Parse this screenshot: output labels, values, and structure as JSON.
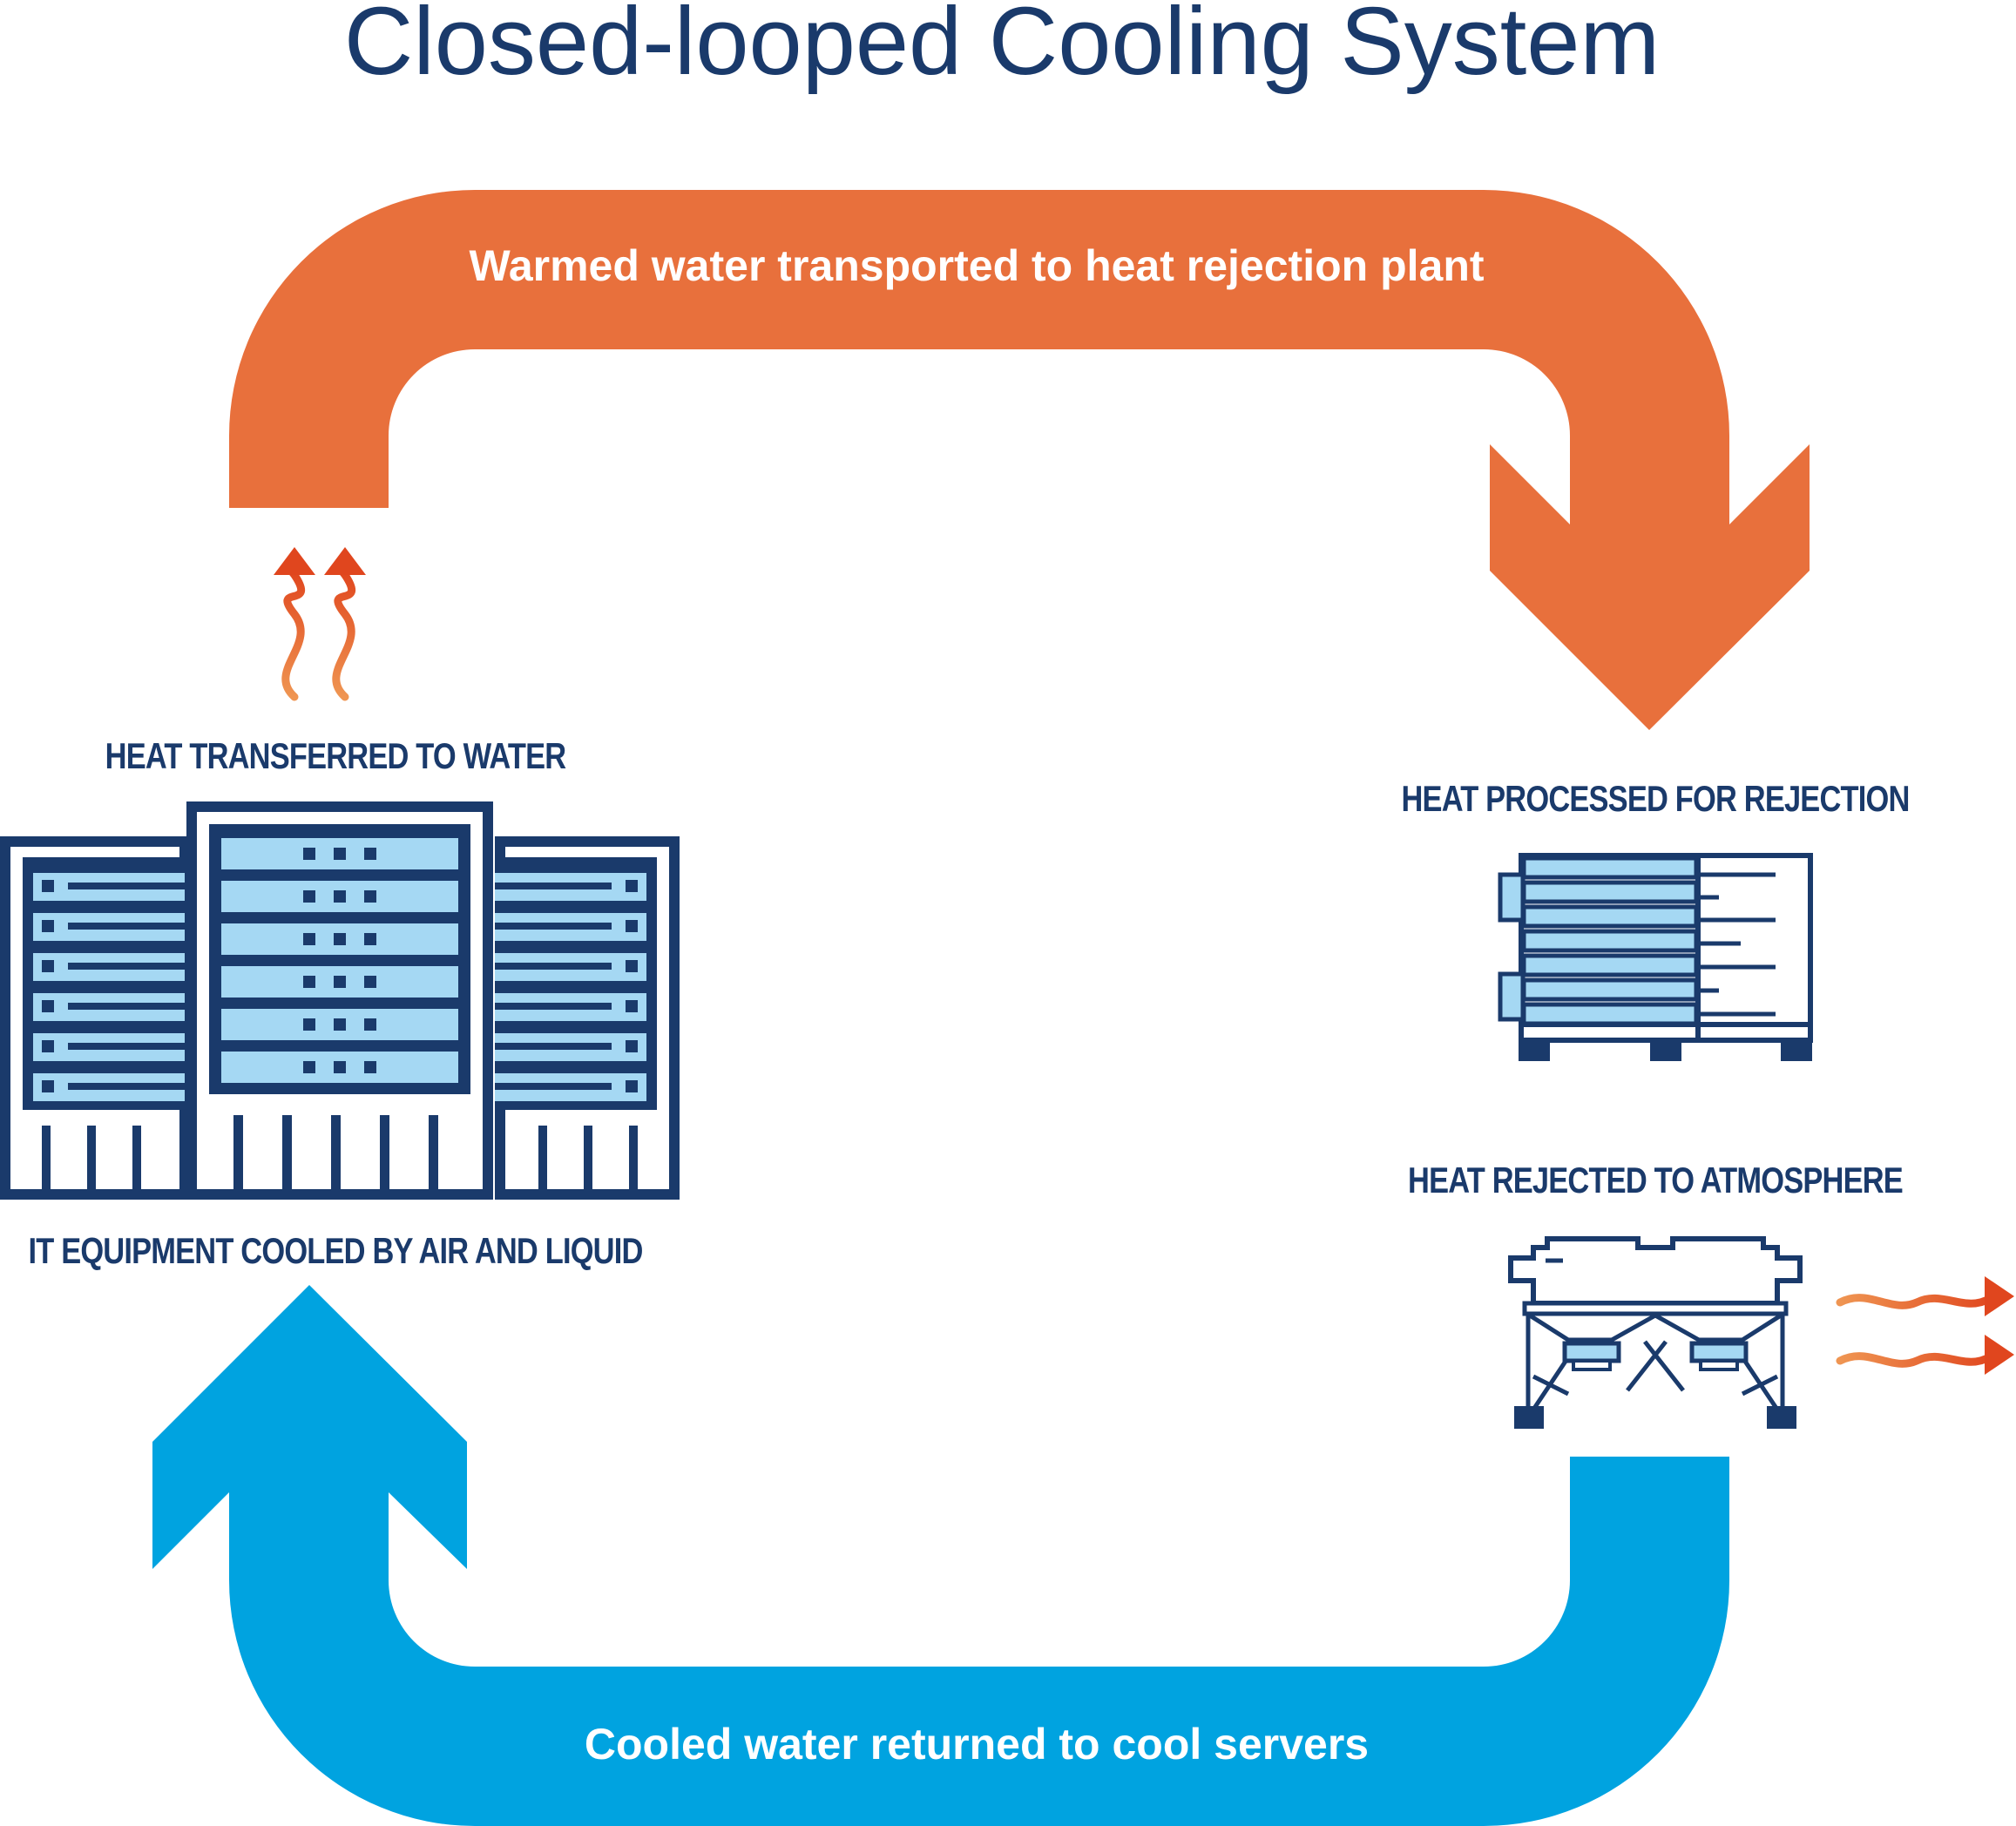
{
  "title": "Closed-looped Cooling System",
  "flows": {
    "warm": "Warmed water transported to heat rejection plant",
    "cool": "Cooled water returned to cool servers"
  },
  "steps": {
    "heat_transferred": "Heat transferred to water",
    "it_equipment": "IT equipment cooled by air and liquid",
    "heat_processed": "Heat processed for rejection",
    "heat_rejected": "Heat rejected to atmosphere"
  },
  "colors": {
    "warm_arrow": "#e8703c",
    "cool_arrow": "#00a3e0",
    "navy": "#1a3a6b",
    "light_blue": "#a5d8f3",
    "heat_red": "#e05a2a",
    "heat_orange": "#ef8c4a"
  }
}
